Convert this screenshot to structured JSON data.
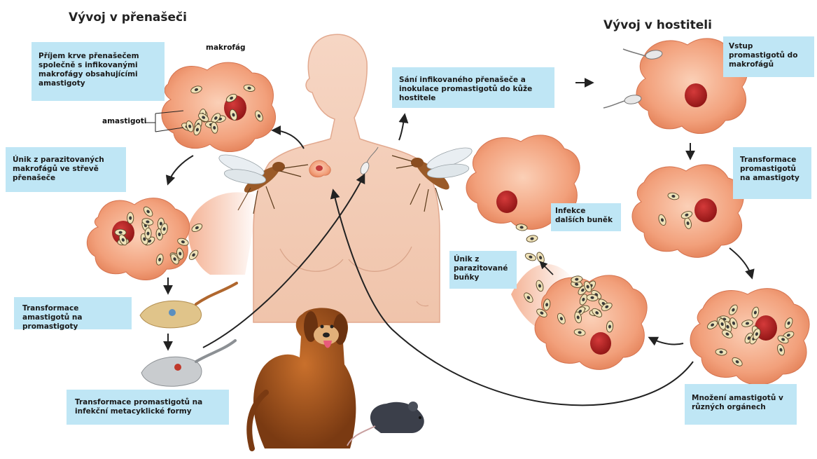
{
  "headings": {
    "vector": "Vývoj v přenašeči",
    "host": "Vývoj v hostiteli"
  },
  "labels": {
    "macrophage": "makrofág",
    "amastigotes": "amastigoti"
  },
  "steps": {
    "blood_meal": "Příjem krve přenašečem společně s infikovanými makrofágy obsahujícími amastigoty",
    "escape_gut": "Únik z parazitovaných makrofágů ve střevě přenašeče",
    "transform_promastigotes": "Transformace amastigotů na promastigoty",
    "metacyclic": "Transformace promastigotů na infekční metacyklické formy",
    "bite_inoculation": "Sání infikovaného přenašeče a inokulace promastigotů do kůže hostitele",
    "entry": "Vstup promastigotů do makrofágů",
    "transform_amastigotes": "Transformace promastigotů na amastigoty",
    "multiplication": "Množení amastigotů v různých orgánech",
    "escape_cell": "Únik z parazitované buňky",
    "infect_cells": "Infekce dalších buněk"
  },
  "colors": {
    "label_box": "#bfe6f5",
    "cell": "#f0a27e",
    "nucleus": "#b01f1f",
    "skin": "#f5d2bf",
    "arrow": "#222222"
  }
}
